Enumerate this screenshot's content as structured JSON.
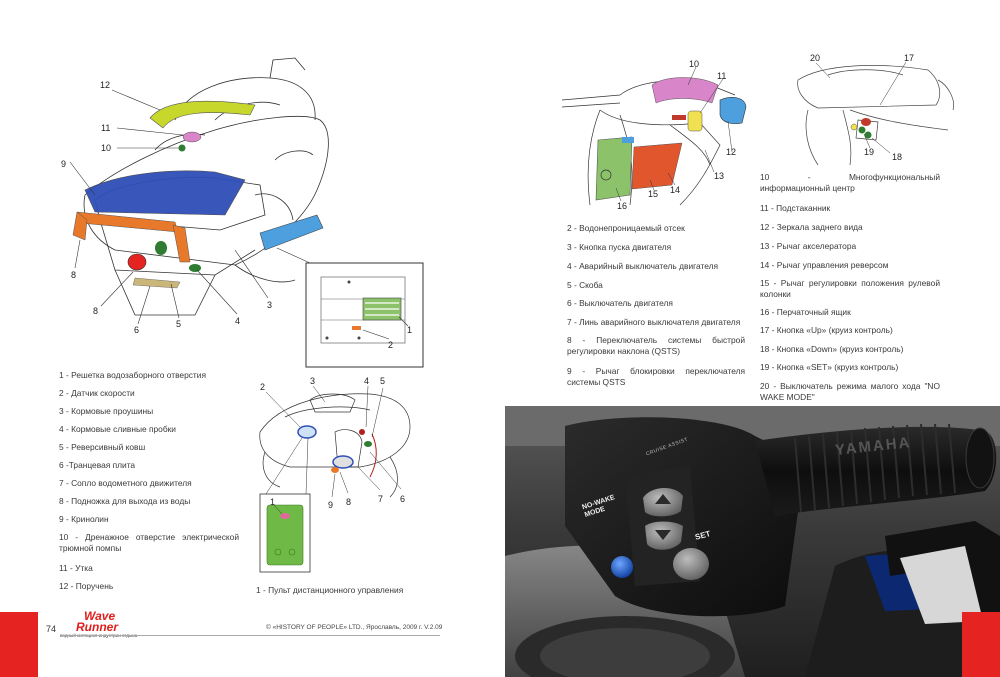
{
  "left_list": [
    "1 - Решетка водозаборного отверстия",
    "2 - Датчик скорости",
    "3 - Кормовые проушины",
    "4 - Кормовые сливные пробки",
    "5 - Реверсивный ковш",
    "6 -Транцевая плита",
    "7 - Сопло водометного движителя",
    "8 - Подножка для выхода из воды",
    "9 - Кринолин",
    "10 - Дренажное отверстие электрической трюмной помпы",
    "11 - Утка",
    "12 - Поручень"
  ],
  "remote_caption": "1 - Пульт дистанционного управления",
  "middle_list": [
    "2 - Водонепроницаемый отсек",
    "3 - Кнопка пуска двигателя",
    "4 - Аварийный выключатель двигателя",
    "5 - Скоба",
    "6 - Выключатель двигателя",
    "7 - Линь аварийного выключателя двигателя",
    "8 - Переключатель системы быстрой регулировки наклона (QSTS)",
    "9 - Рычаг блокировки переключателя системы QSTS"
  ],
  "right_list": [
    "10 - Многофункциональный информационный центр",
    "11 - Подстаканник",
    "12 - Зеркала заднего вида",
    "13 - Рычаг акселератора",
    "14 - Рычаг управления реверсом",
    "15 - Рычаг регулировки положения рулевой колонки",
    "16 - Перчаточный ящик",
    "17 - Кнопка «Up» (круиз контроль)",
    "18 - Кнопка «Down» (круиз контроль)",
    "19 - Кнопка «SET» (круиз контроль)",
    "20 - Выключатель режима малого хода \"NO WAKE MODE\""
  ],
  "footer": {
    "page_number": "74",
    "logo_line1": "Wave",
    "logo_line2": "Runner",
    "logo_tagline": "водный мотоцикл индустрии отдыха",
    "copyright": "© «HISTORY OF PEOPLE» LTD., Ярославль, 2009 г. V.2.09"
  },
  "photo": {
    "no_wake_line1": "NO-WAKE",
    "no_wake_line2": "MODE",
    "set_label": "SET",
    "cruise_label": "CRUISE ASSIST",
    "brand": "YAMAHA"
  },
  "callouts": {
    "main": [
      "12",
      "11",
      "10",
      "9",
      "8",
      "8",
      "6",
      "5",
      "4",
      "3",
      "1",
      "2"
    ],
    "remote_detail": [
      "2",
      "3",
      "4",
      "5",
      "1",
      "9",
      "8",
      "7",
      "6"
    ],
    "handlebar": [
      "10",
      "11",
      "12",
      "13",
      "14",
      "15",
      "16"
    ],
    "cockpit": [
      "20",
      "17",
      "19",
      "18"
    ]
  },
  "colors": {
    "red_accent": "#e52421",
    "logo_red": "#e01d1b",
    "blue_mat": "#2f4fb8",
    "yellow_green": "#c7d72c",
    "pink": "#d886c9",
    "orange": "#e8782a",
    "light_blue": "#4d9fdd",
    "green": "#8bc26a",
    "dark_green": "#2e7d32"
  }
}
